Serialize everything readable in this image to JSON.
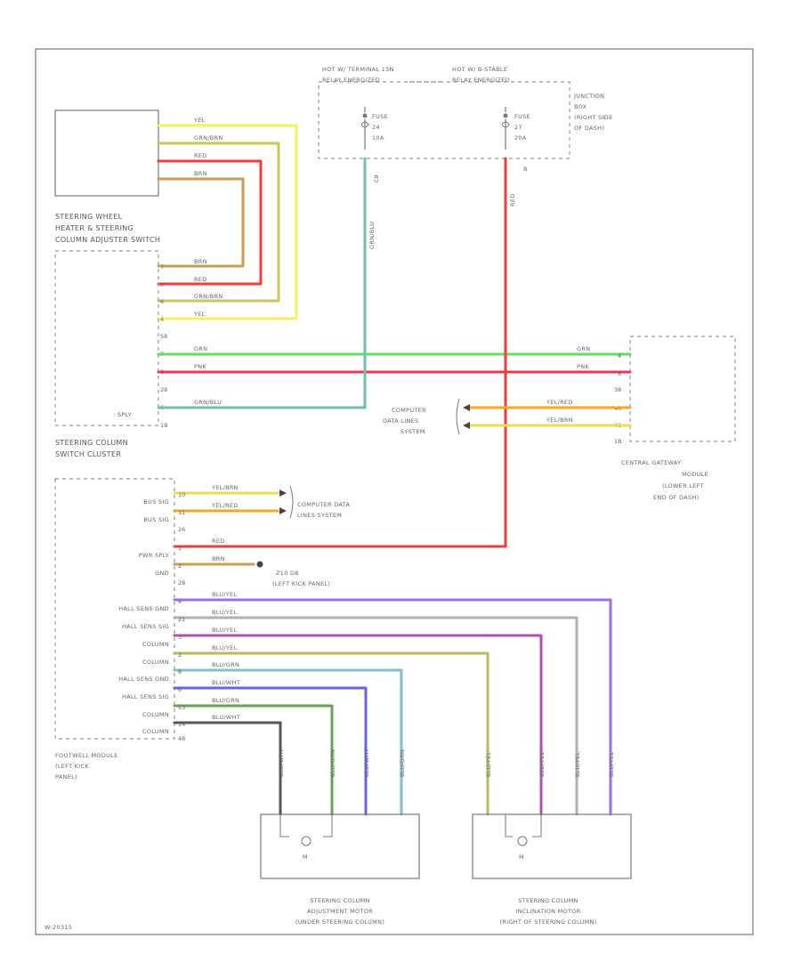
{
  "colors": {
    "yellow": "#f7f25a",
    "orange": "#f5a623",
    "red": "#f03c3c",
    "brown": "#c8a050",
    "green": "#5fe05f",
    "pink": "#ee3355",
    "blue": "#6fb0c8",
    "purple": "#9b6ee8",
    "gray": "#b0b0b0",
    "magenta": "#b050b0",
    "olive": "#b8b866",
    "ltblue": "#7fbfd4",
    "violet": "#6464e8",
    "dkgreen": "#66a650",
    "black": "#555555"
  },
  "fuse_box": {
    "hot1": "HOT W/ TERMINAL 15N",
    "hot1b": "RELAY ENERGIZED",
    "hot2": "HOT W/ B-STABLE",
    "hot2b": "RELAY ENERGIZED",
    "fuse1": "FUSE",
    "fuse1n": "24",
    "fuse1a": "10A",
    "fuse2": "FUSE",
    "fuse2n": "27",
    "fuse2a": "20A",
    "jb1": "JUNCTION",
    "jb2": "BOX",
    "jb3": "(RIGHT SIDE",
    "jb4": "OF DASH)",
    "pin1": "C8",
    "pin2": "B"
  },
  "heater": {
    "title1": "STEERING WHEEL",
    "title2": "HEATER & STEERING",
    "title3": "COLUMN ADJUSTER SWITCH",
    "wires": [
      "YEL",
      "GRN/BRN",
      "RED",
      "BRN"
    ]
  },
  "switch_cluster": {
    "wires": [
      "BRN",
      "RED",
      "GRN/BRN",
      "YEL"
    ],
    "pins": [
      "7",
      "8",
      "6",
      "4"
    ],
    "sub": "S8",
    "pin_grn": "7",
    "pin_pnk": "8",
    "c2": "28",
    "pin_gnb": "6",
    "c3": "1B",
    "label": "SPLY",
    "title1": "STEERING COLUMN",
    "title2": "SWITCH CLUSTER"
  },
  "gateway": {
    "w_grn": "GRN",
    "w_pnk": "PNK",
    "p1": "4",
    "p2": "8",
    "c": "38",
    "p3": "40",
    "p4": "41",
    "c2": "1B",
    "w_yr": "YEL/RED",
    "w_yb": "YEL/BRN",
    "title1": "CENTRAL GATEWAY",
    "title2": "MODULE",
    "title3": "(LOWER LEFT",
    "title4": "END OF DASH)",
    "cd1": "COMPUTER",
    "cd2": "DATA LINES",
    "cd3": "SYSTEM"
  },
  "wire_labels": {
    "fuse1_wire": "GRN/BLU",
    "fuse2_wire": "RED",
    "grn": "GRN",
    "pnk": "PNK",
    "gnb": "GRN/BLU"
  },
  "footwell": {
    "rows": [
      {
        "label": "BUS SIG",
        "pin": "10",
        "wire": "YEL/BRN"
      },
      {
        "label": "BUS SIG",
        "pin": "11",
        "wire": "YEL/RED"
      },
      {
        "label": "PWR SPLY",
        "pin": "1",
        "wire": "RED"
      },
      {
        "label": "GND",
        "pin": "2",
        "wire": "BRN"
      },
      {
        "label": "HALL SENS GND",
        "pin": "4",
        "wire": "BLU/YEL"
      },
      {
        "label": "HALL SENS SIG",
        "pin": "21",
        "wire": "BLU/YEL"
      },
      {
        "label": "COLUMN",
        "pin": "3",
        "wire": "BLU/YEL"
      },
      {
        "label": "COLUMN",
        "pin": "2",
        "wire": "BLU/YEL"
      },
      {
        "label": "HALL SENS GND",
        "pin": "8",
        "wire": "BLU/GRN"
      },
      {
        "label": "HALL SENS SIG",
        "pin": "6",
        "wire": "BLU/WHT"
      },
      {
        "label": "COLUMN",
        "pin": "13",
        "wire": "BLU/GRN"
      },
      {
        "label": "COLUMN",
        "pin": "14",
        "wire": "BLU/WHT"
      }
    ],
    "c1": "26",
    "c2": "28",
    "c3": "48",
    "cd1": "COMPUTER DATA",
    "cd2": "LINES SYSTEM",
    "gnd1": "Z10 D8",
    "gnd2": "(LEFT KICK PANEL)",
    "title1": "FOOTWELL MODULE",
    "title2": "(LEFT KICK",
    "title3": "PANEL)"
  },
  "motors": {
    "adj1": "STEERING COLUMN",
    "adj2": "ADJUSTMENT MOTOR",
    "adj3": "(UNDER STEERING COLUMN)",
    "inc1": "STEERING COLUMN",
    "inc2": "INCLINATION MOTOR",
    "inc3": "(RIGHT OF STEERING COLUMN)",
    "adj_wires": [
      "BLU/WHT",
      "BLU/GRN",
      "BLU/WHT",
      "BLU/GRN"
    ],
    "inc_wires": [
      "BLU/YEL",
      "BLU/YEL",
      "BLU/YEL",
      "BLU/YEL"
    ],
    "m": "M"
  },
  "footer": {
    "code": "W-20315"
  }
}
